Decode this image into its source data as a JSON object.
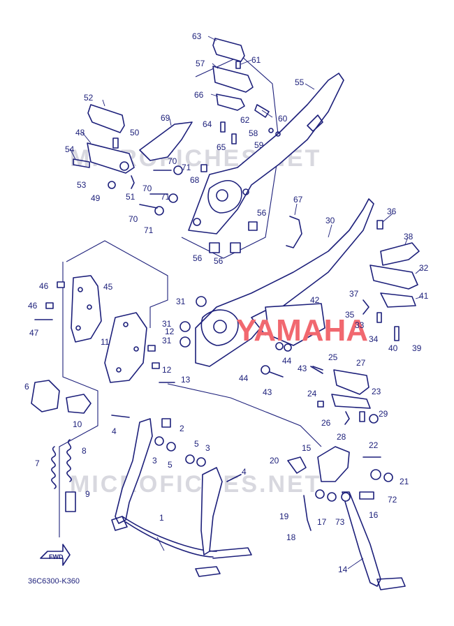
{
  "watermark": {
    "top": "MICROFICHES.NET",
    "bottom": "MICROFICHES.NET"
  },
  "brand": "YAMAHA",
  "diagram_code": "36C6300-K360",
  "fwd_label": "FWD",
  "callouts": [
    {
      "id": "p1",
      "label": "1"
    },
    {
      "id": "p2",
      "label": "2"
    },
    {
      "id": "p3a",
      "label": "3"
    },
    {
      "id": "p3b",
      "label": "3"
    },
    {
      "id": "p4a",
      "label": "4"
    },
    {
      "id": "p4b",
      "label": "4"
    },
    {
      "id": "p5a",
      "label": "5"
    },
    {
      "id": "p5b",
      "label": "5"
    },
    {
      "id": "p6",
      "label": "6"
    },
    {
      "id": "p7",
      "label": "7"
    },
    {
      "id": "p8",
      "label": "8"
    },
    {
      "id": "p9",
      "label": "9"
    },
    {
      "id": "p10",
      "label": "10"
    },
    {
      "id": "p11",
      "label": "11"
    },
    {
      "id": "p12a",
      "label": "12"
    },
    {
      "id": "p12b",
      "label": "12"
    },
    {
      "id": "p13",
      "label": "13"
    },
    {
      "id": "p14",
      "label": "14"
    },
    {
      "id": "p15",
      "label": "15"
    },
    {
      "id": "p16",
      "label": "16"
    },
    {
      "id": "p17",
      "label": "17"
    },
    {
      "id": "p18",
      "label": "18"
    },
    {
      "id": "p19",
      "label": "19"
    },
    {
      "id": "p20",
      "label": "20"
    },
    {
      "id": "p21",
      "label": "21"
    },
    {
      "id": "p22",
      "label": "22"
    },
    {
      "id": "p23",
      "label": "23"
    },
    {
      "id": "p24",
      "label": "24"
    },
    {
      "id": "p25",
      "label": "25"
    },
    {
      "id": "p26",
      "label": "26"
    },
    {
      "id": "p27",
      "label": "27"
    },
    {
      "id": "p28",
      "label": "28"
    },
    {
      "id": "p29",
      "label": "29"
    },
    {
      "id": "p30",
      "label": "30"
    },
    {
      "id": "p31a",
      "label": "31"
    },
    {
      "id": "p31b",
      "label": "31"
    },
    {
      "id": "p31c",
      "label": "31"
    },
    {
      "id": "p32",
      "label": "32"
    },
    {
      "id": "p33",
      "label": "33"
    },
    {
      "id": "p34",
      "label": "34"
    },
    {
      "id": "p35",
      "label": "35"
    },
    {
      "id": "p36",
      "label": "36"
    },
    {
      "id": "p37",
      "label": "37"
    },
    {
      "id": "p38",
      "label": "38"
    },
    {
      "id": "p39",
      "label": "39"
    },
    {
      "id": "p40",
      "label": "40"
    },
    {
      "id": "p41",
      "label": "41"
    },
    {
      "id": "p42",
      "label": "42"
    },
    {
      "id": "p43a",
      "label": "43"
    },
    {
      "id": "p43b",
      "label": "43"
    },
    {
      "id": "p44a",
      "label": "44"
    },
    {
      "id": "p44b",
      "label": "44"
    },
    {
      "id": "p45",
      "label": "45"
    },
    {
      "id": "p46a",
      "label": "46"
    },
    {
      "id": "p46b",
      "label": "46"
    },
    {
      "id": "p47",
      "label": "47"
    },
    {
      "id": "p48",
      "label": "48"
    },
    {
      "id": "p49",
      "label": "49"
    },
    {
      "id": "p50",
      "label": "50"
    },
    {
      "id": "p51",
      "label": "51"
    },
    {
      "id": "p52",
      "label": "52"
    },
    {
      "id": "p53",
      "label": "53"
    },
    {
      "id": "p54",
      "label": "54"
    },
    {
      "id": "p55",
      "label": "55"
    },
    {
      "id": "p56a",
      "label": "56"
    },
    {
      "id": "p56b",
      "label": "56"
    },
    {
      "id": "p56c",
      "label": "56"
    },
    {
      "id": "p57",
      "label": "57"
    },
    {
      "id": "p58",
      "label": "58"
    },
    {
      "id": "p59",
      "label": "59"
    },
    {
      "id": "p60",
      "label": "60"
    },
    {
      "id": "p61",
      "label": "61"
    },
    {
      "id": "p62",
      "label": "62"
    },
    {
      "id": "p63",
      "label": "63"
    },
    {
      "id": "p64",
      "label": "64"
    },
    {
      "id": "p65",
      "label": "65"
    },
    {
      "id": "p66",
      "label": "66"
    },
    {
      "id": "p67",
      "label": "67"
    },
    {
      "id": "p68",
      "label": "68"
    },
    {
      "id": "p69",
      "label": "69"
    },
    {
      "id": "p70a",
      "label": "70"
    },
    {
      "id": "p70b",
      "label": "70"
    },
    {
      "id": "p70c",
      "label": "70"
    },
    {
      "id": "p71a",
      "label": "71"
    },
    {
      "id": "p71b",
      "label": "71"
    },
    {
      "id": "p71c",
      "label": "71"
    },
    {
      "id": "p72",
      "label": "72"
    },
    {
      "id": "p73",
      "label": "73"
    }
  ]
}
